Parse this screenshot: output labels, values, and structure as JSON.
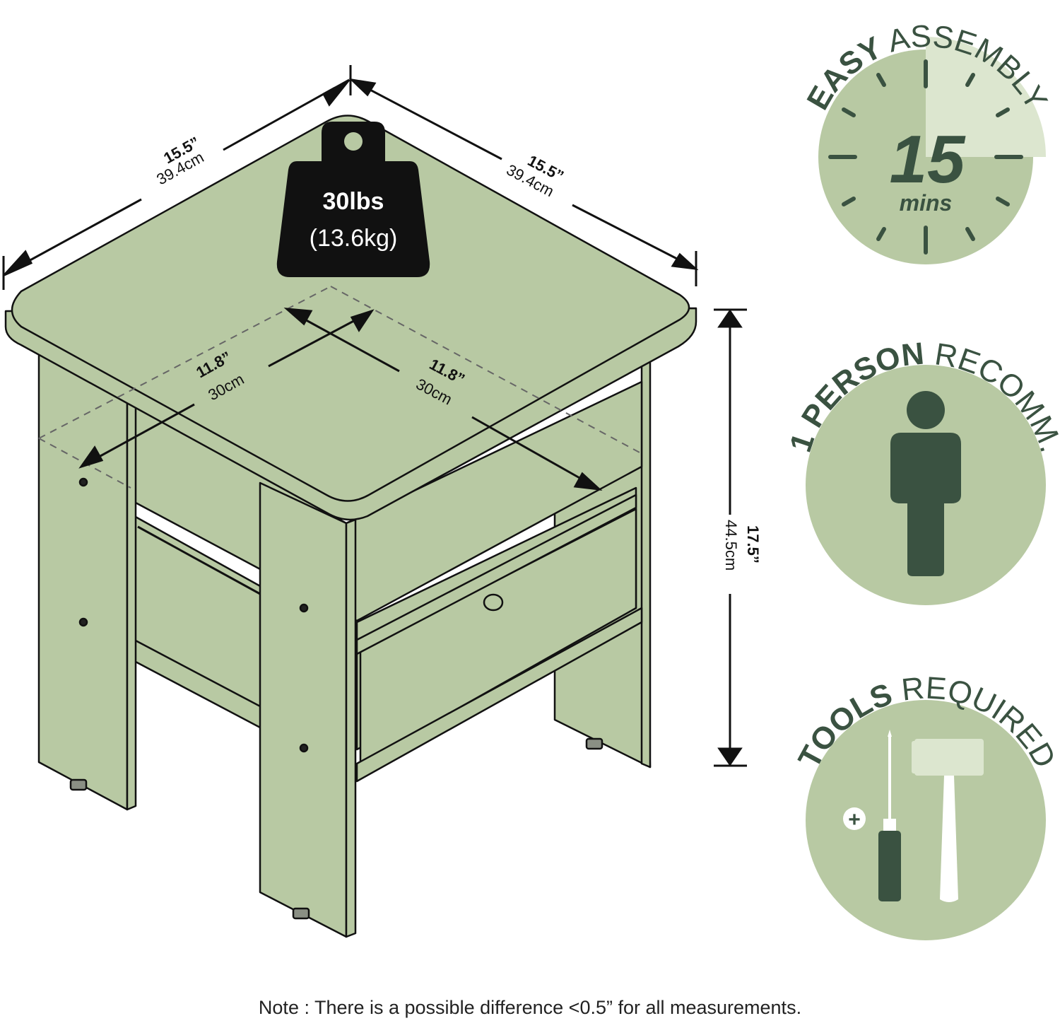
{
  "colors": {
    "wood": "#b8c9a3",
    "outline": "#111111",
    "dark_green": "#3a5241",
    "light_green": "#dce6cf",
    "circle": "#b8c9a3",
    "weight_fill": "#111111"
  },
  "dimensions": {
    "left_width": {
      "in": "15.5”",
      "cm": "39.4cm"
    },
    "right_depth": {
      "in": "15.5”",
      "cm": "39.4cm"
    },
    "inner_left": {
      "in": "11.8”",
      "cm": "30cm"
    },
    "inner_right": {
      "in": "11.8”",
      "cm": "30cm"
    },
    "height": {
      "in": "17.5”",
      "cm": "44.5cm"
    }
  },
  "weight": {
    "line1": "30lbs",
    "line2": "(13.6kg)",
    "icon": "weight-icon"
  },
  "badges": {
    "assembly": {
      "bold": "EASY",
      "rest": " ASSEMBLY",
      "number": "15",
      "unit": "mins",
      "icon": "clock-icon"
    },
    "person": {
      "bold": "1 PERSON",
      "rest": " RECOMM.",
      "icon": "person-icon"
    },
    "tools": {
      "bold": "TOOLS",
      "rest": " REQUIRED",
      "plus": "+",
      "icons": [
        "screwdriver-icon",
        "mallet-icon"
      ]
    }
  },
  "note": "Note : There is a possible difference <0.5” for all measurements."
}
